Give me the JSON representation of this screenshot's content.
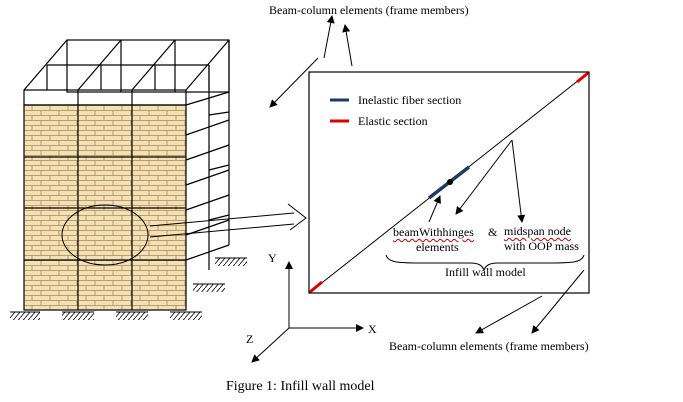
{
  "labels": {
    "top_beam_column": "Beam-column elements (frame members)",
    "bottom_beam_column": "Beam-column elements (frame members)",
    "legend_inelastic": "Inelastic fiber section",
    "legend_elastic": "Elastic section",
    "beam_with_hinges": "beamWithhinges",
    "ampersand": "&",
    "elements": "elements",
    "midspan_node": "midspan node",
    "with_oop_mass": "with OOP mass",
    "infill_wall_model": "Infill wall model",
    "axis_x": "X",
    "axis_y": "Y",
    "axis_z": "Z"
  },
  "caption": "Figure 1: Infill wall model",
  "colors": {
    "inelastic": "#1f3864",
    "elastic": "#e00000",
    "brick_fill": "#f2e1b8",
    "brick_line": "#b08a4a"
  }
}
